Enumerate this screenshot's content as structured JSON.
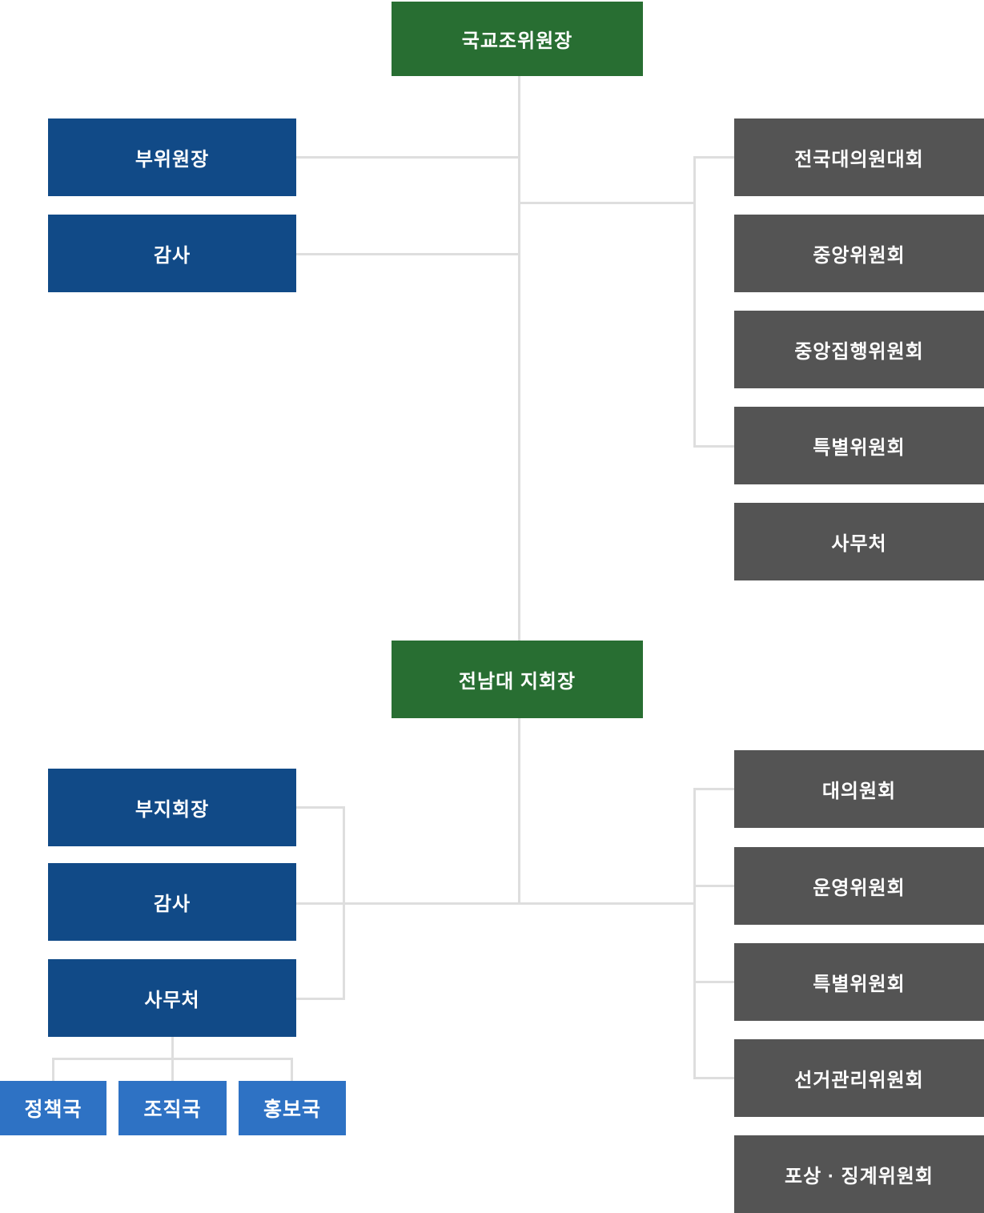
{
  "colors": {
    "head_green": "#286e32",
    "left_navy": "#114a87",
    "bureau_blue": "#2e72c4",
    "right_gray": "#545454",
    "connector_gray": "#dedede",
    "text_white": "#ffffff"
  },
  "org": {
    "national": {
      "head": "국교조위원장",
      "left": [
        "부위원장",
        "감사"
      ],
      "right": [
        "전국대의원대회",
        "중앙위원회",
        "중앙집행위원회",
        "특별위원회",
        "사무처"
      ]
    },
    "branch": {
      "head": "전남대 지회장",
      "left": [
        "부지회장",
        "감사",
        "사무처"
      ],
      "bureaus": [
        "정책국",
        "조직국",
        "홍보국"
      ],
      "right": [
        "대의원회",
        "운영위원회",
        "특별위원회",
        "선거관리위원회",
        "포상 · 징계위원회"
      ]
    }
  }
}
